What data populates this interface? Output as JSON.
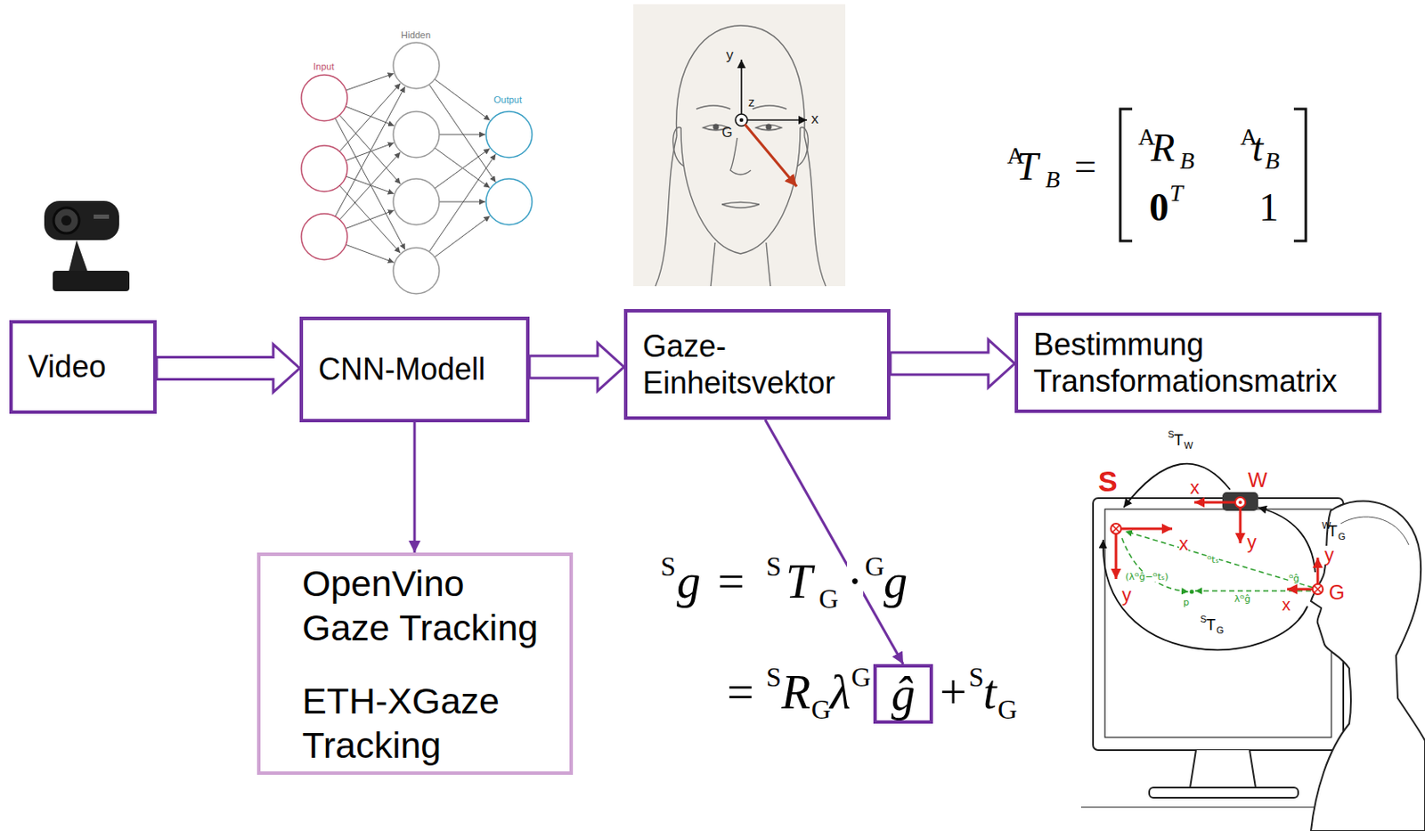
{
  "diagram": {
    "nodes": [
      {
        "text": [
          "Video"
        ]
      },
      {
        "text": [
          "CNN-Modell"
        ]
      },
      {
        "text": [
          "Gaze- Einheitsvektor"
        ]
      },
      {
        "text": [
          "Bestimmung Transformationsmatrix"
        ]
      },
      {
        "text": [
          "OpenVino Gaze Tracking",
          "ETH-XGaze Tracking"
        ]
      },
      {
        "text": [
          "ĝ"
        ]
      }
    ],
    "edges": [
      {
        "from": 0,
        "to": 1,
        "arrow": "to"
      },
      {
        "from": 1,
        "to": 2,
        "arrow": "to"
      },
      {
        "from": 2,
        "to": 3,
        "arrow": "to"
      },
      {
        "from": 1,
        "to": 4,
        "arrow": "to"
      },
      {
        "from": 2,
        "to": 5,
        "arrow": "to"
      }
    ],
    "labels": [
      "Hidden",
      "Input",
      "Output",
      "y",
      "z",
      "x",
      "G",
      "A",
      "T",
      "B",
      "=",
      "A",
      "R",
      "B",
      "A",
      "t",
      "B",
      "0",
      "T",
      "1",
      "S",
      "g",
      "=",
      "S",
      "T",
      "G",
      "·",
      "G",
      "g",
      "=",
      "S",
      "R",
      "G",
      "λ",
      "G",
      "+",
      "S",
      "t",
      "G",
      "S",
      "W",
      "x",
      "y",
      "x",
      "y",
      "S",
      "T",
      "W",
      "W",
      "T",
      "G",
      "S",
      "T",
      "G",
      "y",
      "G",
      "x",
      "(λᴳĝ−ᴳtₛ)",
      "ᴳtₛ",
      "p",
      "λᴳĝ",
      "ᴳĝ"
    ]
  }
}
